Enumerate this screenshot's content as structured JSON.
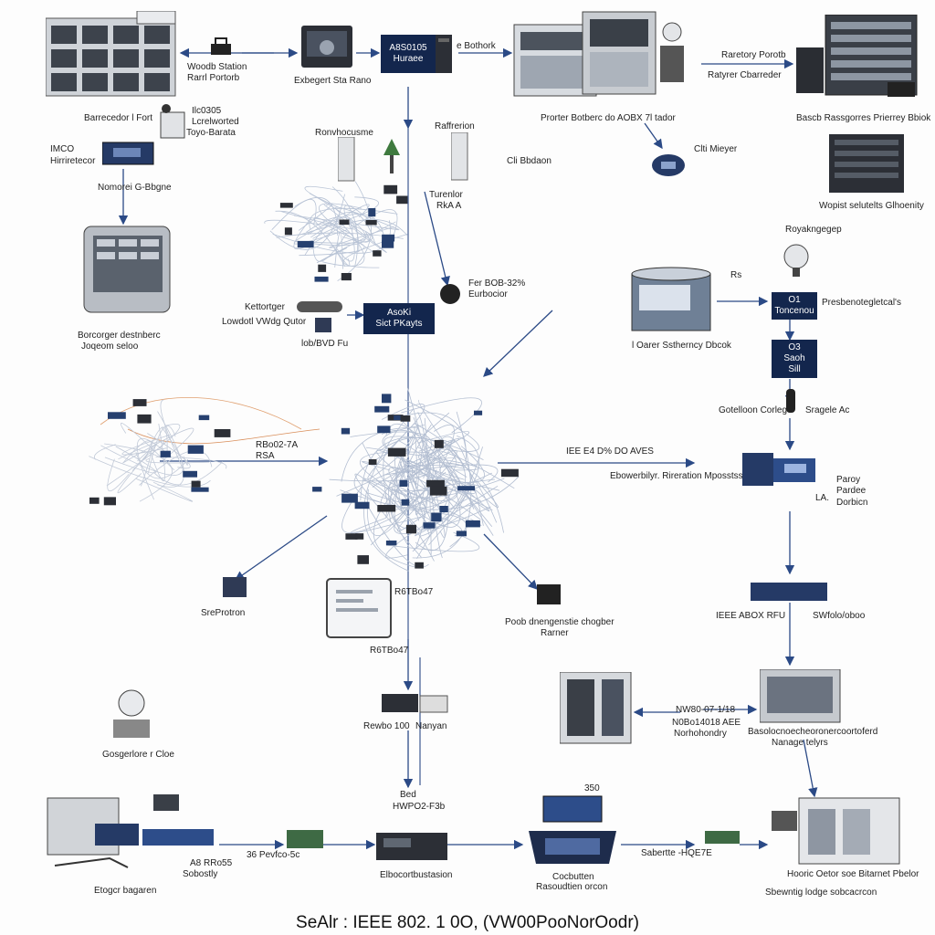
{
  "colors": {
    "navy": "#13264d",
    "arrow": "#2b4a86",
    "link": "#b9c4d6",
    "device_dark": "#2c2f36",
    "device_light": "#dfe2e6"
  },
  "labels": {
    "l1": "Woodb Station",
    "l1b": "Rarrl Portorb",
    "l2": "Exbegert Sta Rano",
    "l3": "e Bothork",
    "l4": "Raretory Porotb",
    "l4b": "Ratyrer Cbarreder",
    "l5": "Barrecedor l Fort",
    "l6": "Ilc0305",
    "l6b": "Lcrelworted",
    "l6c": "Toyo-Barata",
    "l7": "Prorter Botberc do AOBX 7l tador",
    "l8": "Bascb Rassgorres Prierrey Bbiok",
    "l9": "Ronvhocusme",
    "l10": "Raffrerion",
    "l11": "Cli Bbdaon",
    "l12": "Clti Mieyer",
    "l13": "IMCO",
    "l13b": "Hirriretecor",
    "l14": "Nomorei G-Bbgne",
    "l15": "Turenlor",
    "l15b": "RkA A",
    "l16": "Wopist selutelts Glhoenity",
    "l17": "Royakngegep",
    "l18": "Fer BOB-32%",
    "l18b": "Eurbocior",
    "l19": "Kettortger",
    "l19b": "Lowdotl VWdg Qutor",
    "l20": "Borcorger destnberc",
    "l20b": "Joqeom seloo",
    "l21": "lob/BVD Fu",
    "l22": "l Oarer Sstherncy Dbcok",
    "l23": "Presbenotegletcal's",
    "l24": "Gotelloon Corlege",
    "l25": "Sragele Ac",
    "l26": "RBo02-7A",
    "l26b": "RSA",
    "l27": "IEE E4 D% DO AVES",
    "l28": "Ebowerbilyr. Rireration Mposstssion",
    "l29": "Paroy",
    "l29b": "Pardee",
    "l29c": "Dorbicn",
    "l30": "SreProtron",
    "l31": "Poob dnengenstie chogber",
    "l31b": "Rarner",
    "l32": "IEEE ABOX RFU",
    "l33": "SWfolo/oboo",
    "l34": "R6TBo47",
    "l35": "NW80-07-1/18",
    "l35b": "N0Bo14018 AEE",
    "l35c": "Norhohondry",
    "l36": "Basolocnoecheoronercoortoferd",
    "l36b": "Nanage telyrs",
    "l37": "Gosgerlore r Cloe",
    "l38": "Rewbo 100",
    "l38b": "Nanyan",
    "l39": "Bed",
    "l39b": "HWPO2-F3b",
    "l40": "350",
    "l41": "36 Pevfco-5c",
    "l42": "A8 RRo55",
    "l42b": "Sobostly",
    "l43": "Elbocortbustasion",
    "l44": "Cocbutten",
    "l44b": "Rasoudtien orcon",
    "l45": "Sabertte -HQE7E",
    "l46": "Hooric Oetor soe Bitarnet Pbelor",
    "l46b": "Sbewntig lodge sobcacrcon",
    "l47": "Etogcr bagaren",
    "l48": "Rs",
    "l49": "LA."
  },
  "boxes": {
    "b1_line1": "A8S0105",
    "b1_line2": "Huraee",
    "b2_line1": "AsoKi",
    "b2_line2": "Sict PKayts",
    "b3_line1": "O1",
    "b3_line2": "Toncenou",
    "b4_line1": "O3",
    "b4_line2": "Saoh",
    "b4_line3": "Sill"
  },
  "caption": "SeAlr : IEEE 802. 1 0O,  (VW00PooNorOodr)"
}
